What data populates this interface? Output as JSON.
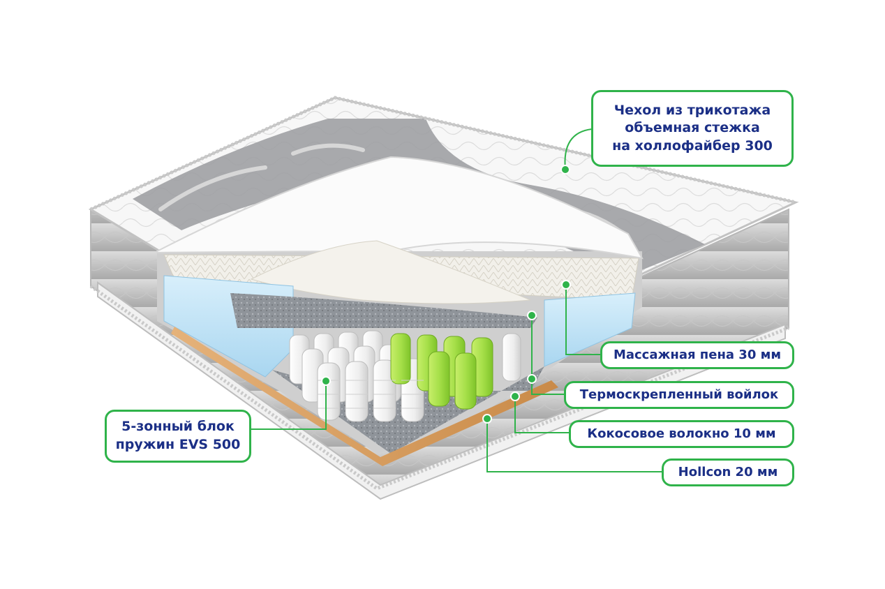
{
  "colors": {
    "callout_border": "#2fb34a",
    "callout_text": "#1b2f86",
    "leader_line": "#2fb34a",
    "foam_blue": "#bfe3f6",
    "coconut": "#d9a066",
    "felt": "#9a9ea3",
    "spring_green": "#9bdc3a",
    "spring_white": "#f2f2f2"
  },
  "callouts": {
    "cover": {
      "line1": "Чехол из трикотажа",
      "line2": "объемная стежка",
      "line3": "на холлофайбер 300"
    },
    "massage_foam": "Массажная пена 30 мм",
    "thermal_felt": "Термоскрепленный войлок",
    "coconut_fiber": "Кокосовое волокно 10 мм",
    "hollcon": "Hollcon 20 мм",
    "spring_block": {
      "line1": "5-зонный блок",
      "line2": "пружин EVS 500"
    }
  }
}
